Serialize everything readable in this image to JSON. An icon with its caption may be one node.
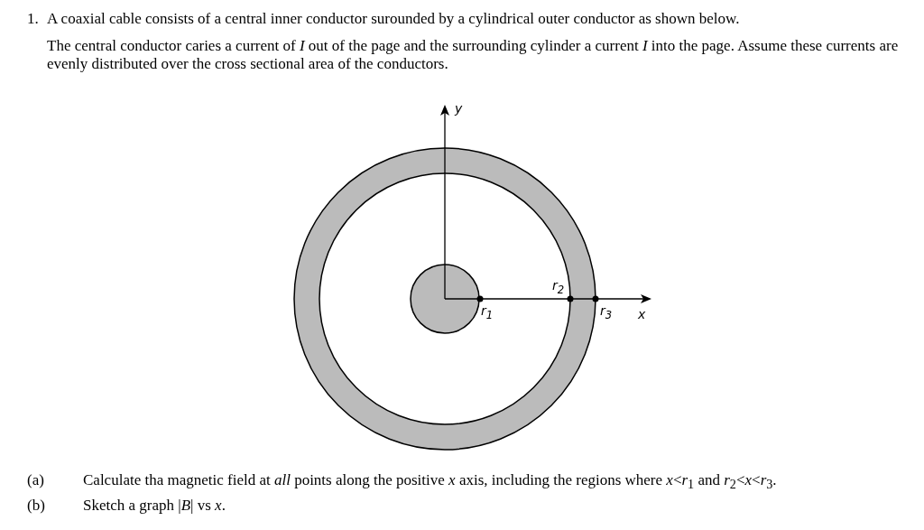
{
  "diagram": {
    "labels": [
      "1.",
      "A coaxial cable consists of a central inner conductor surounded by a cylindrical outer conductor as shown below.",
      "The central conductor caries a current of *I* out of the page and the surrounding cylinder a current *I* into the page. Assume these currents are evenly distributed over the cross sectional area of the conductors.",
      "y",
      "r$_{2}$",
      "r$_{1}$",
      "r$_{3}$",
      "x",
      "(a)",
      "Calculate tha magnetic field at *all* points along the positive *x* axis, including the regions where *x*<*r*$_{1}$ and *r*$_{2}$<*x*<*r*$_{3}$.",
      "(b)",
      "Sketch a graph |*B*| vs *x*."
    ]
  }
}
